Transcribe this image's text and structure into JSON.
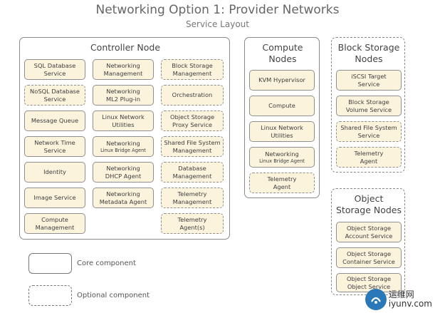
{
  "title": "Networking Option 1: Provider Networks",
  "subtitle": "Service Layout",
  "controller": {
    "heading": "Controller Node",
    "col1": [
      {
        "l1": "SQL Database",
        "l2": "Service",
        "dashed": false
      },
      {
        "l1": "NoSQL Database",
        "l2": "Service",
        "dashed": true
      },
      {
        "l1": "Message Queue",
        "l2": "",
        "dashed": false
      },
      {
        "l1": "Network Time",
        "l2": "Service",
        "dashed": false
      },
      {
        "l1": "Identity",
        "l2": "",
        "dashed": false
      },
      {
        "l1": "Image Service",
        "l2": "",
        "dashed": false
      },
      {
        "l1": "Compute",
        "l2": "Management",
        "dashed": false
      }
    ],
    "col2": [
      {
        "l1": "Networking",
        "l2": "Management",
        "dashed": false,
        "small": false
      },
      {
        "l1": "Networking",
        "l2": "ML2 Plug-in",
        "dashed": false,
        "small": false
      },
      {
        "l1": "Linux Network",
        "l2": "Utilities",
        "dashed": false,
        "small": false
      },
      {
        "l1": "Networking",
        "l2": "Linux Bridge Agent",
        "dashed": false,
        "small": true
      },
      {
        "l1": "Networking",
        "l2": "DHCP Agent",
        "dashed": false,
        "small": false
      },
      {
        "l1": "Networking",
        "l2": "Metadata Agent",
        "dashed": false,
        "small": false
      }
    ],
    "col3": [
      {
        "l1": "Block Storage",
        "l2": "Management",
        "dashed": true
      },
      {
        "l1": "Orchestration",
        "l2": "",
        "dashed": true
      },
      {
        "l1": "Object Storage",
        "l2": "Proxy Service",
        "dashed": true
      },
      {
        "l1": "Shared File System",
        "l2": "Management",
        "dashed": true
      },
      {
        "l1": "Database",
        "l2": "Management",
        "dashed": true
      },
      {
        "l1": "Telemetry",
        "l2": "Management",
        "dashed": true
      },
      {
        "l1": "Telemetry",
        "l2": "Agent(s)",
        "dashed": true
      }
    ]
  },
  "compute": {
    "heading1": "Compute",
    "heading2": "Nodes",
    "items": [
      {
        "l1": "KVM Hypervisor",
        "l2": "",
        "dashed": false,
        "small": false
      },
      {
        "l1": "Compute",
        "l2": "",
        "dashed": false,
        "small": false
      },
      {
        "l1": "Linux Network",
        "l2": "Utilities",
        "dashed": false,
        "small": false
      },
      {
        "l1": "Networking",
        "l2": "Linux Bridge Agent",
        "dashed": false,
        "small": true
      },
      {
        "l1": "Telemetry",
        "l2": "Agent",
        "dashed": true,
        "small": false
      }
    ]
  },
  "block": {
    "heading1": "Block Storage",
    "heading2": "Nodes",
    "items": [
      {
        "l1": "iSCSI Target",
        "l2": "Service",
        "dashed": false
      },
      {
        "l1": "Block Storage",
        "l2": "Volume Service",
        "dashed": false
      },
      {
        "l1": "Shared File System",
        "l2": "Service",
        "dashed": true
      },
      {
        "l1": "Telemetry",
        "l2": "Agent",
        "dashed": true
      }
    ]
  },
  "object": {
    "heading1": "Object",
    "heading2": "Storage Nodes",
    "items": [
      {
        "l1": "Object Storage",
        "l2": "Account Service",
        "dashed": false
      },
      {
        "l1": "Object Storage",
        "l2": "Container Service",
        "dashed": false
      },
      {
        "l1": "Object Storage",
        "l2": "Object Service",
        "dashed": false
      }
    ]
  },
  "legend": {
    "core": "Core component",
    "optional": "Optional component"
  },
  "watermark": {
    "line1": "运维网",
    "line2": "iyunv.com"
  }
}
